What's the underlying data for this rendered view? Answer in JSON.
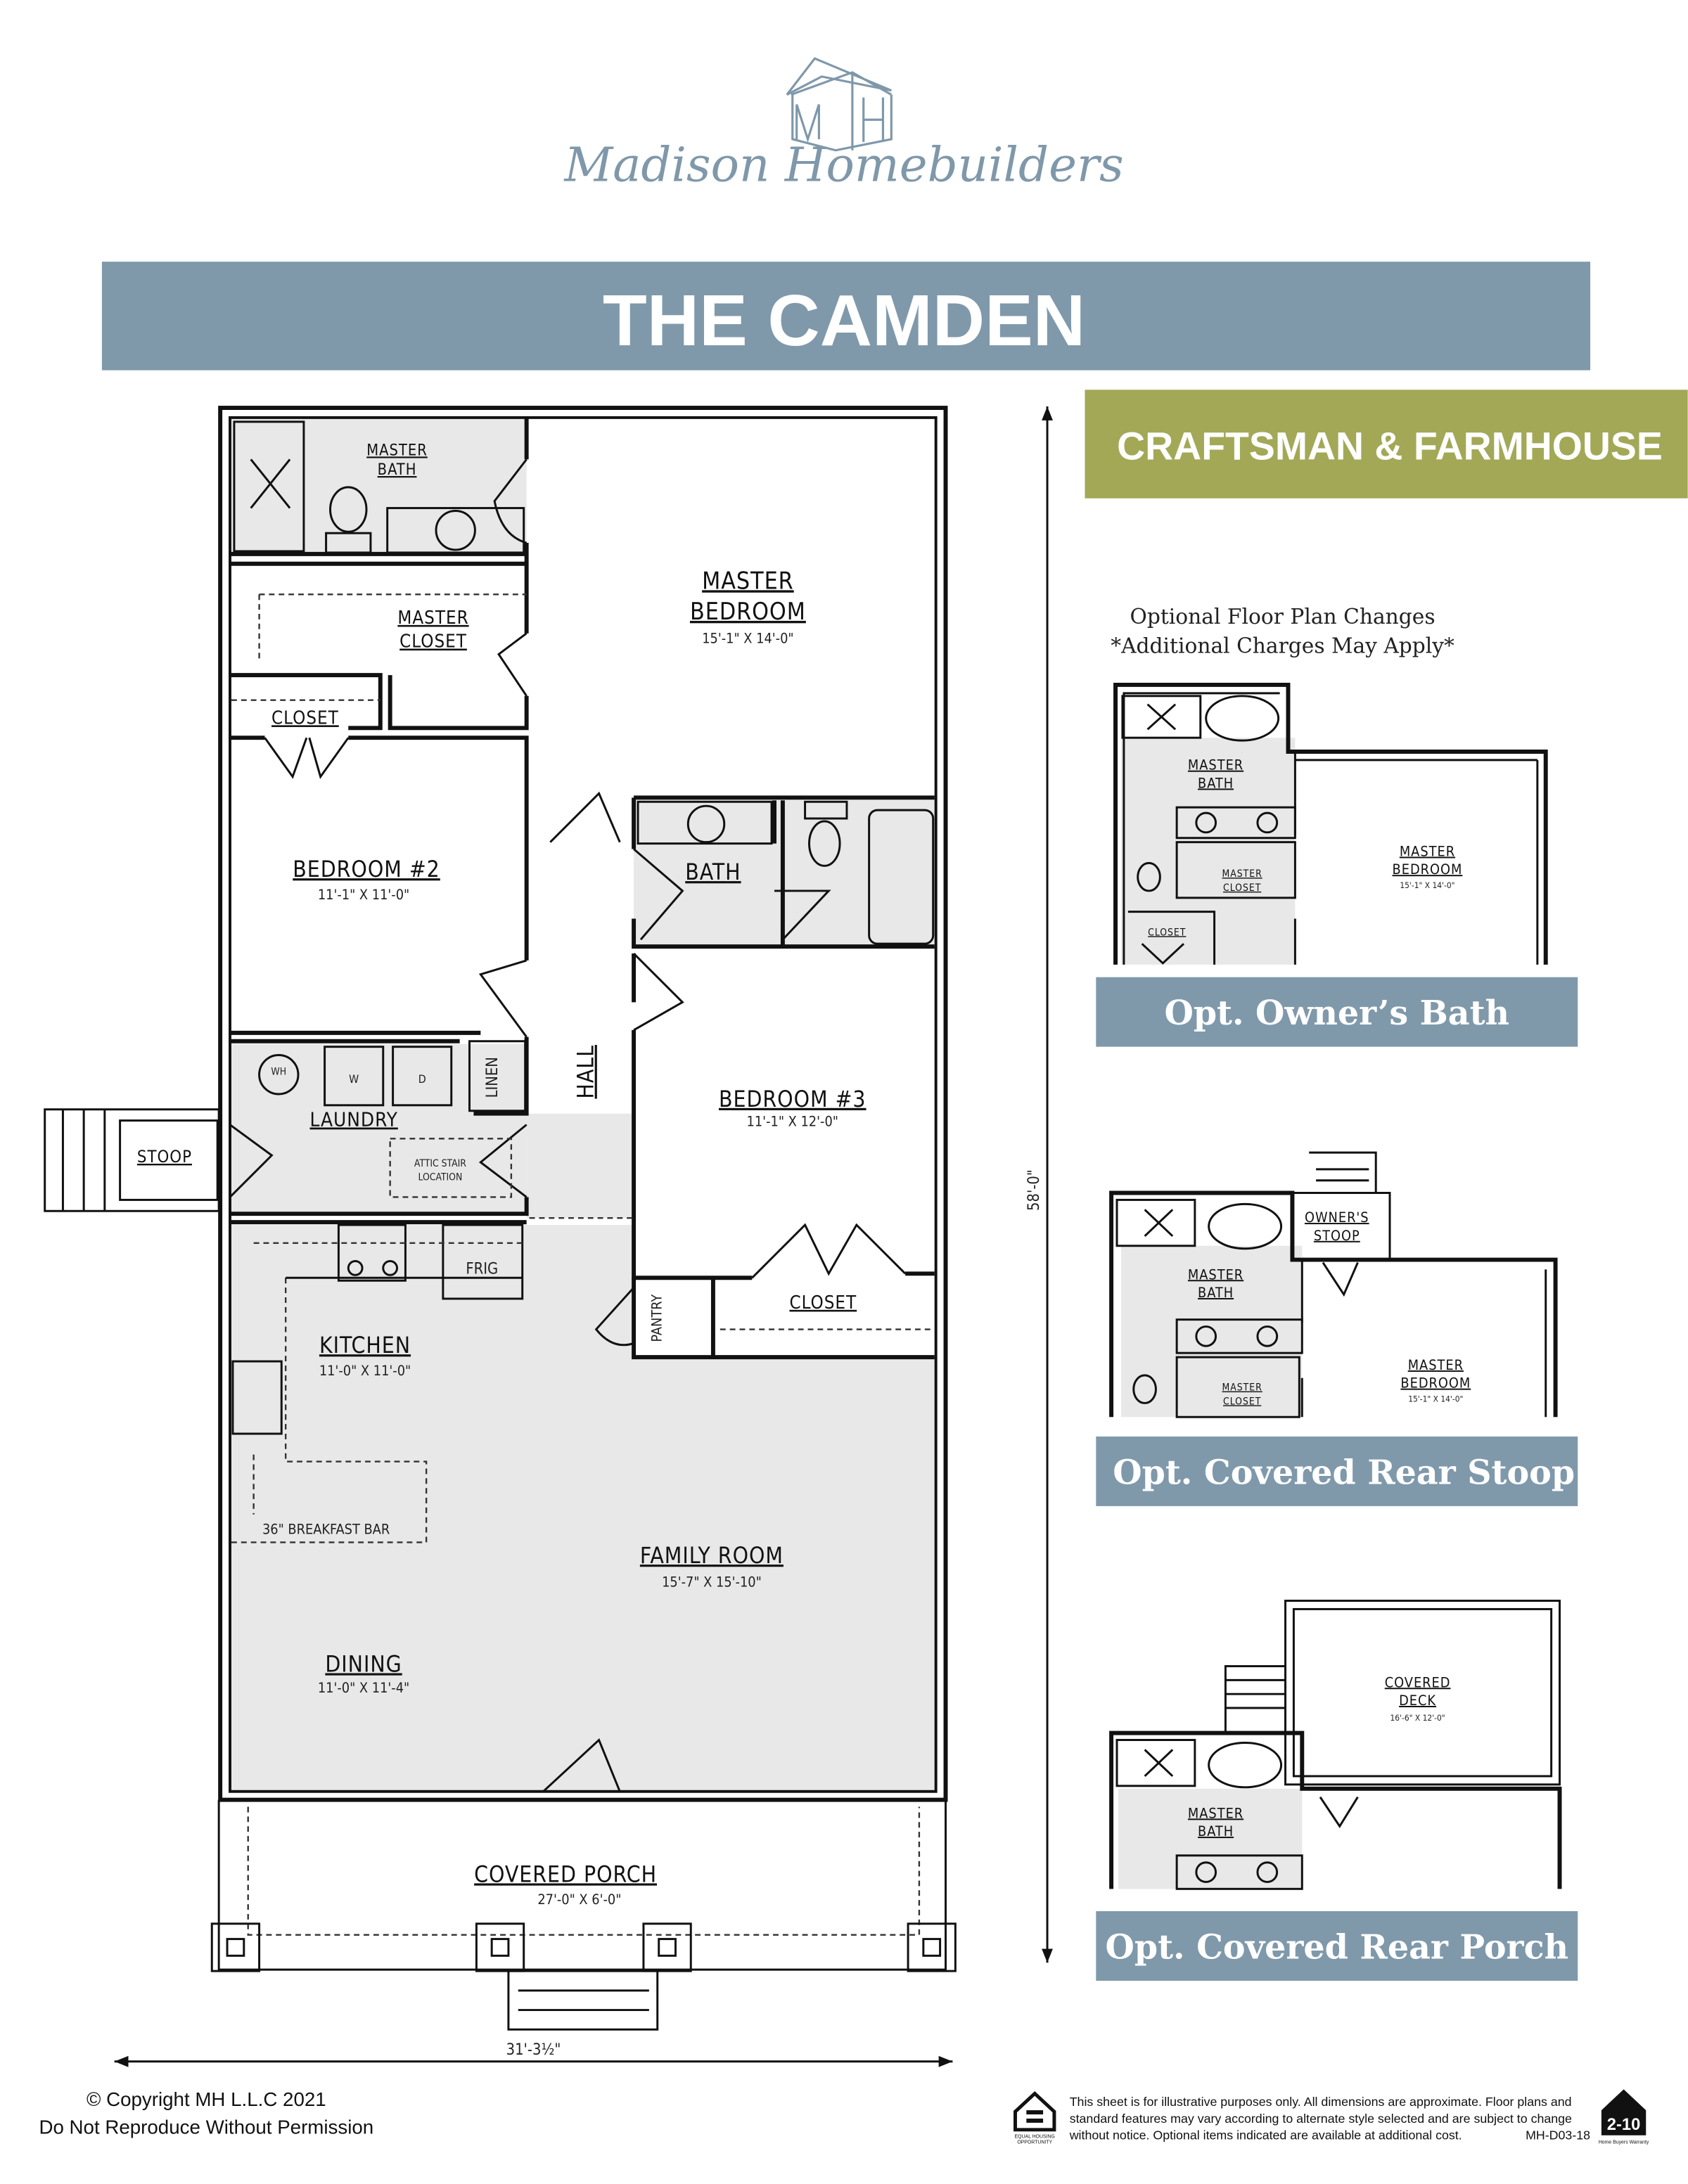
{
  "brand": {
    "name": "Madison Homebuilders",
    "logo_monogram": "MH",
    "color": "#7f98aa"
  },
  "title": {
    "text": "THE CAMDEN",
    "band_color": "#7f99ab"
  },
  "style_badge": {
    "text": "CRAFTSMAN & FARMHOUSE",
    "color": "#a3a857"
  },
  "main_plan": {
    "rooms": {
      "master_bath": [
        "MASTER",
        "BATH"
      ],
      "master_closet": [
        "MASTER",
        "CLOSET"
      ],
      "master_bedroom": {
        "lines": [
          "MASTER",
          "BEDROOM"
        ],
        "dims": "15'-1\" X 14'-0\""
      },
      "closet_bed2": "CLOSET",
      "bedroom2": {
        "name": "BEDROOM #2",
        "dims": "11'-1\" X 11'-0\""
      },
      "bath": "BATH",
      "hall": "HALL",
      "linen": "LINEN",
      "laundry": "LAUNDRY",
      "wh": "WH",
      "washer": "W",
      "dryer": "D",
      "attic": [
        "ATTIC STAIR",
        "LOCATION"
      ],
      "stoop": "STOOP",
      "bedroom3": {
        "name": "BEDROOM #3",
        "dims": "11'-1\" X 12'-0\""
      },
      "closet_bed3": "CLOSET",
      "pantry": "PANTRY",
      "frig": "FRIG",
      "kitchen": {
        "name": "KITCHEN",
        "dims": "11'-0\" X 11'-0\""
      },
      "breakfast_bar": "36\" BREAKFAST BAR",
      "family_room": {
        "name": "FAMILY ROOM",
        "dims": "15'-7\" X 15'-10\""
      },
      "dining": {
        "name": "DINING",
        "dims": "11'-0\" X 11'-4\""
      },
      "covered_porch": {
        "name": "COVERED PORCH",
        "dims": "27'-0\" X 6'-0\""
      }
    },
    "overall_depth": "58'-0\"",
    "overall_width": "31'-3½\""
  },
  "options": {
    "heading": "Optional Floor Plan Changes",
    "note": "*Additional Charges May Apply*",
    "band_color": "#7f99ab",
    "items": [
      {
        "label": "Opt. Owner’s Bath",
        "rooms": {
          "bath": [
            "MASTER",
            "BATH"
          ],
          "closet": [
            "MASTER",
            "CLOSET"
          ],
          "small_closet": "CLOSET",
          "bedroom": [
            "MASTER",
            "BEDROOM"
          ],
          "dims": "15'-1\" X 14'-0\""
        }
      },
      {
        "label": "Opt. Covered Rear Stoop",
        "rooms": {
          "stoop": [
            "OWNER'S",
            "STOOP"
          ],
          "bath": [
            "MASTER",
            "BATH"
          ],
          "closet": [
            "MASTER",
            "CLOSET"
          ],
          "bedroom": [
            "MASTER",
            "BEDROOM"
          ],
          "dims": "15'-1\" X 14'-0\""
        }
      },
      {
        "label": "Opt. Covered Rear Porch",
        "rooms": {
          "deck": [
            "COVERED",
            "DECK"
          ],
          "dims": "16'-6\" X 12'-0\"",
          "bath": [
            "MASTER",
            "BATH"
          ]
        }
      }
    ]
  },
  "footer": {
    "copyright": "© Copyright MH L.L.C 2021",
    "notice": "Do Not Reproduce Without Permission",
    "disclaimer": [
      "This sheet is for illustrative purposes only. All dimensions are approximate. Floor plans and",
      "standard features may vary according to alternate style selected and are subject to change",
      "without notice. Optional items indicated are available at additional cost."
    ],
    "code": "MH-D03-18",
    "eho_logo": [
      "EQUAL HOUSING",
      "OPPORTUNITY"
    ],
    "warranty_logo": {
      "mark": "2-10",
      "caption": "Home Buyers Warranty"
    }
  }
}
